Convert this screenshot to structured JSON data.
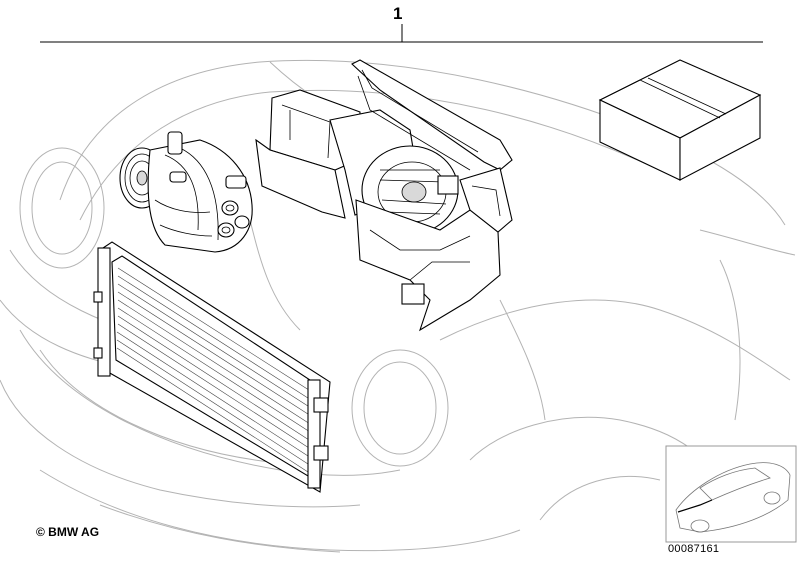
{
  "diagram": {
    "part_number": "1",
    "copyright": "© BMW AG",
    "diagram_id": "00087161"
  },
  "colors": {
    "line": "#000000",
    "background_car": "#b3b3b3",
    "background": "#ffffff"
  }
}
